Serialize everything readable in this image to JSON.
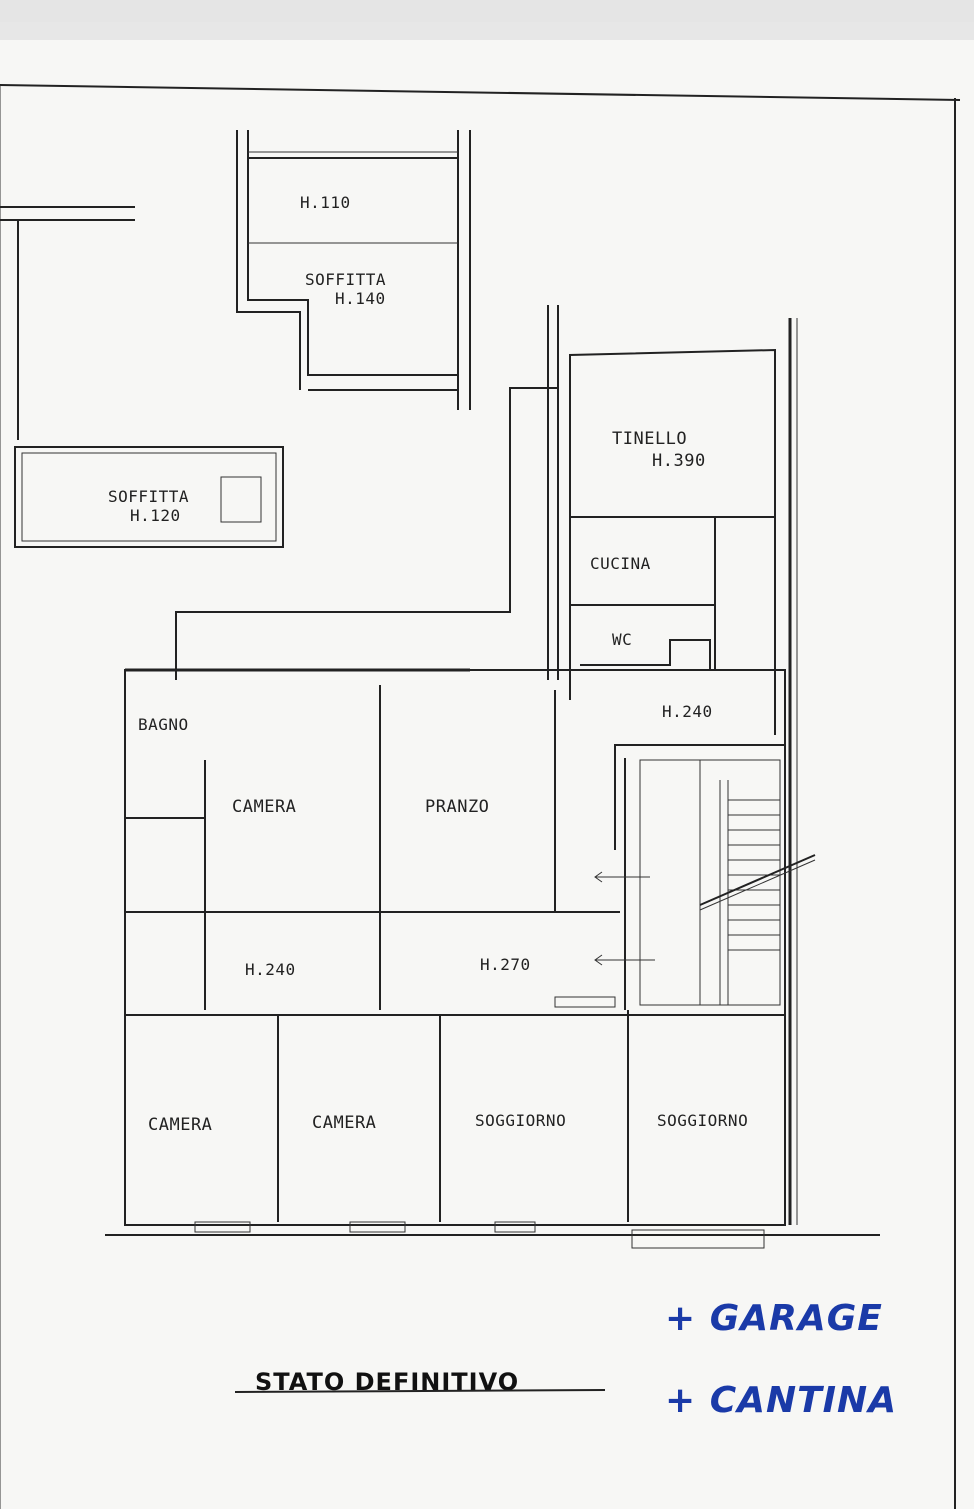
{
  "rooms": {
    "soffitta_top": {
      "height": "H.110",
      "name": "SOFFITTA",
      "height2": "H.140"
    },
    "soffitta_left": {
      "name": "SOFFITTA",
      "height": "H.120"
    },
    "tinello": {
      "name": "TINELLO",
      "height": "H.390"
    },
    "cucina": {
      "name": "CUCINA"
    },
    "wc": {
      "name": "WC"
    },
    "hall_height": "H.240",
    "bagno": {
      "name": "BAGNO"
    },
    "camera_1": {
      "name": "CAMERA"
    },
    "pranzo": {
      "name": "PRANZO"
    },
    "corridor_left_height": "H.240",
    "corridor_center_height": "H.270",
    "camera_2": {
      "name": "CAMERA"
    },
    "camera_3": {
      "name": "CAMERA"
    },
    "soggiorno_1": {
      "name": "SOGGIORNO"
    },
    "soggiorno_2": {
      "name": "SOGGIORNO"
    }
  },
  "plan_title": "STATO DEFINITIVO",
  "handwritten_notes": [
    "+ GARAGE",
    "+ CANTINA"
  ],
  "colors": {
    "ink": "#222222",
    "note_blue": "#1a3aa8",
    "paper": "#f7f7f5"
  }
}
